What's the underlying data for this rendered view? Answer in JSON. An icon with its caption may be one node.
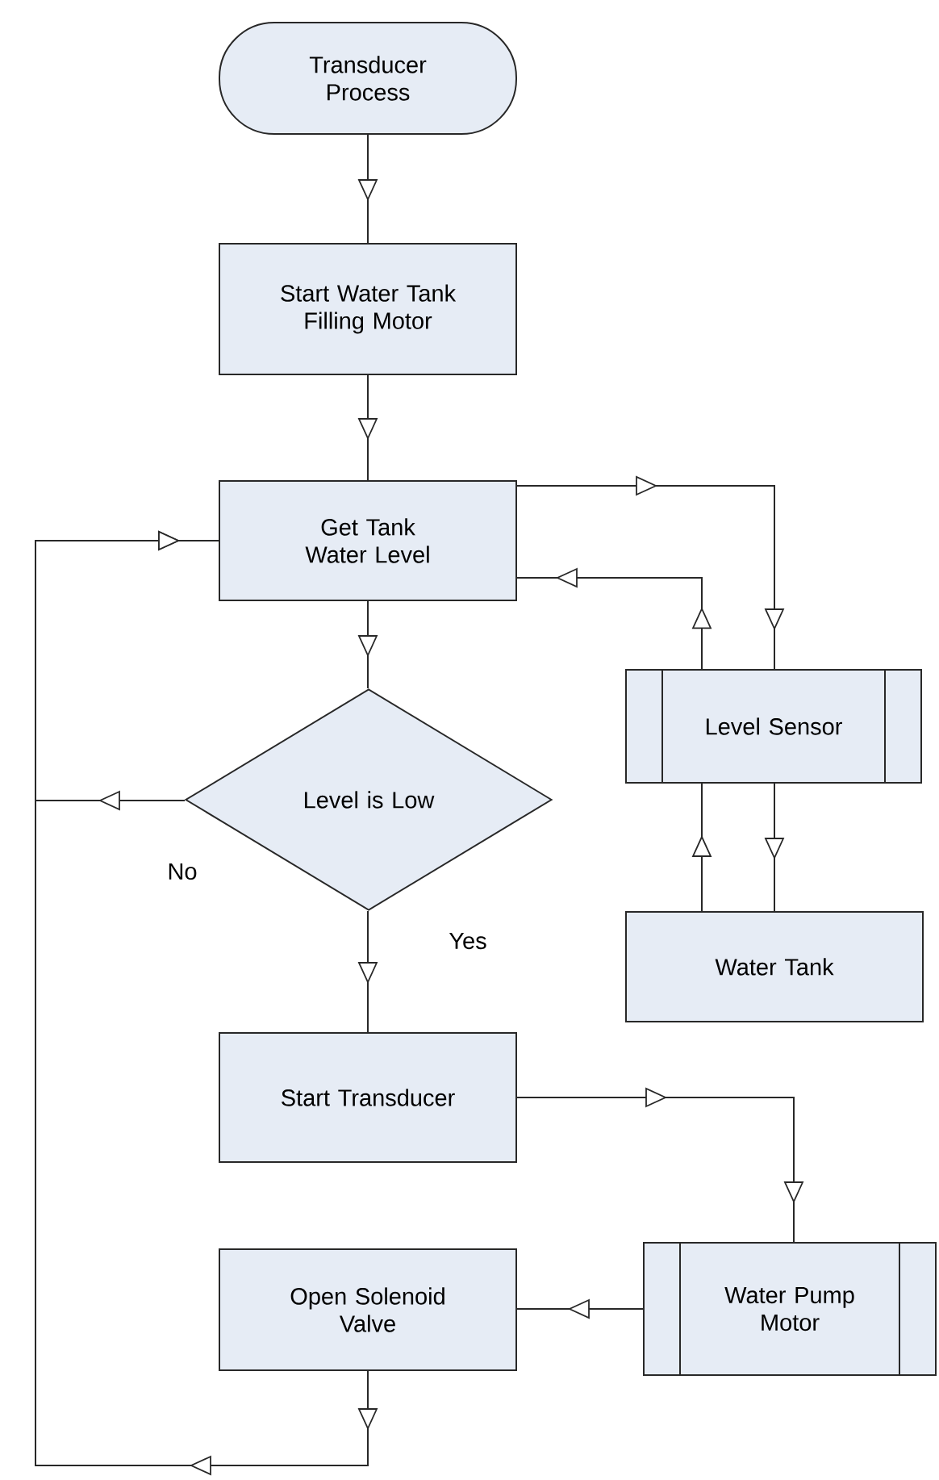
{
  "diagram": {
    "nodes": [
      {
        "text": [
          "Transducer Process"
        ]
      },
      {
        "text": [
          "Start Water Tank Filling Motor"
        ]
      },
      {
        "text": [
          "Get Tank Water Level"
        ]
      },
      {
        "text": [
          "Level is Low"
        ]
      },
      {
        "text": [
          "Level Sensor"
        ]
      },
      {
        "text": [
          "Water Tank"
        ]
      },
      {
        "text": [
          "Start Transducer"
        ]
      },
      {
        "text": [
          "Open Solenoid Valve"
        ]
      },
      {
        "text": [
          "Water Pump Motor"
        ]
      }
    ],
    "edges": [
      {
        "from": 0,
        "to": 1,
        "arrow": "to"
      },
      {
        "from": 1,
        "to": 2,
        "arrow": "to"
      },
      {
        "from": 2,
        "to": 3,
        "arrow": "to"
      },
      {
        "from": 2,
        "to": 4,
        "arrow": "to"
      },
      {
        "from": 4,
        "to": 2,
        "arrow": "to"
      },
      {
        "from": 3,
        "to": 2,
        "arrow": "to",
        "label": "No"
      },
      {
        "from": 3,
        "to": 6,
        "arrow": "to",
        "label": "Yes"
      },
      {
        "from": 5,
        "to": 4,
        "arrow": "to"
      },
      {
        "from": 4,
        "to": 5,
        "arrow": "to"
      },
      {
        "from": 6,
        "to": 8,
        "arrow": "to"
      },
      {
        "from": 8,
        "to": 7,
        "arrow": "to"
      },
      {
        "from": 7,
        "to": 2,
        "arrow": "to"
      }
    ]
  }
}
